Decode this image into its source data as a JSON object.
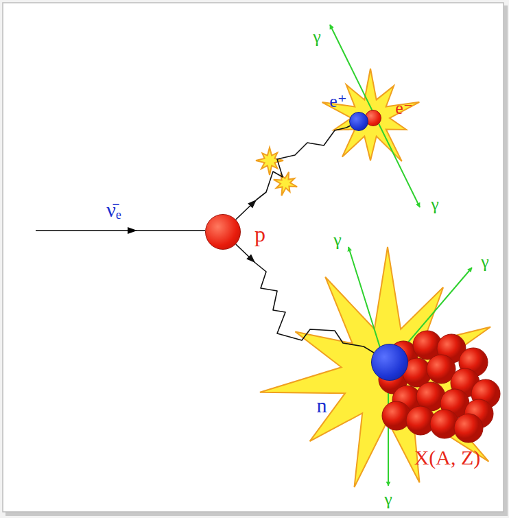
{
  "diagram": {
    "nodes": [
      {
        "text": [
          "p"
        ]
      },
      {
        "text": [
          "e⁺"
        ]
      },
      {
        "text": [
          "e⁻"
        ]
      },
      {
        "text": [
          "n"
        ]
      },
      {
        "text": [
          "X(A, Z)"
        ]
      }
    ],
    "edges": [
      {
        "from": 0,
        "to": 1,
        "arrow": "to"
      },
      {
        "from": 0,
        "to": 3,
        "arrow": "to"
      }
    ],
    "labels": [
      "ν̄ₑ",
      "γ",
      "γ",
      "γ",
      "γ",
      "γ"
    ]
  }
}
